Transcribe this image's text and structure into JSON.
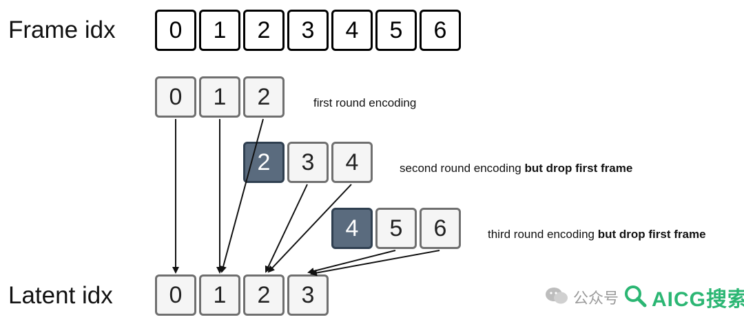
{
  "labels": {
    "frame_idx": "Frame idx",
    "latent_idx": "Latent idx"
  },
  "frame_row": [
    "0",
    "1",
    "2",
    "3",
    "4",
    "5",
    "6"
  ],
  "rounds": [
    {
      "frames": [
        "0",
        "1",
        "2"
      ],
      "caption": "first round encoding",
      "caption_bold": ""
    },
    {
      "frames": [
        "2",
        "3",
        "4"
      ],
      "caption": "second round encoding",
      "caption_bold": "but drop first frame"
    },
    {
      "frames": [
        "4",
        "5",
        "6"
      ],
      "caption": "third round encoding",
      "caption_bold": "but drop first frame"
    }
  ],
  "latent_row": [
    "0",
    "1",
    "2",
    "3"
  ],
  "watermark": {
    "prefix": "公众号",
    "text": "AICG搜索"
  },
  "colors": {
    "dropped_fill": "#5a6b7e",
    "box_fill": "#f5f5f5",
    "arrow": "#111111",
    "watermark": "#2bb673"
  }
}
